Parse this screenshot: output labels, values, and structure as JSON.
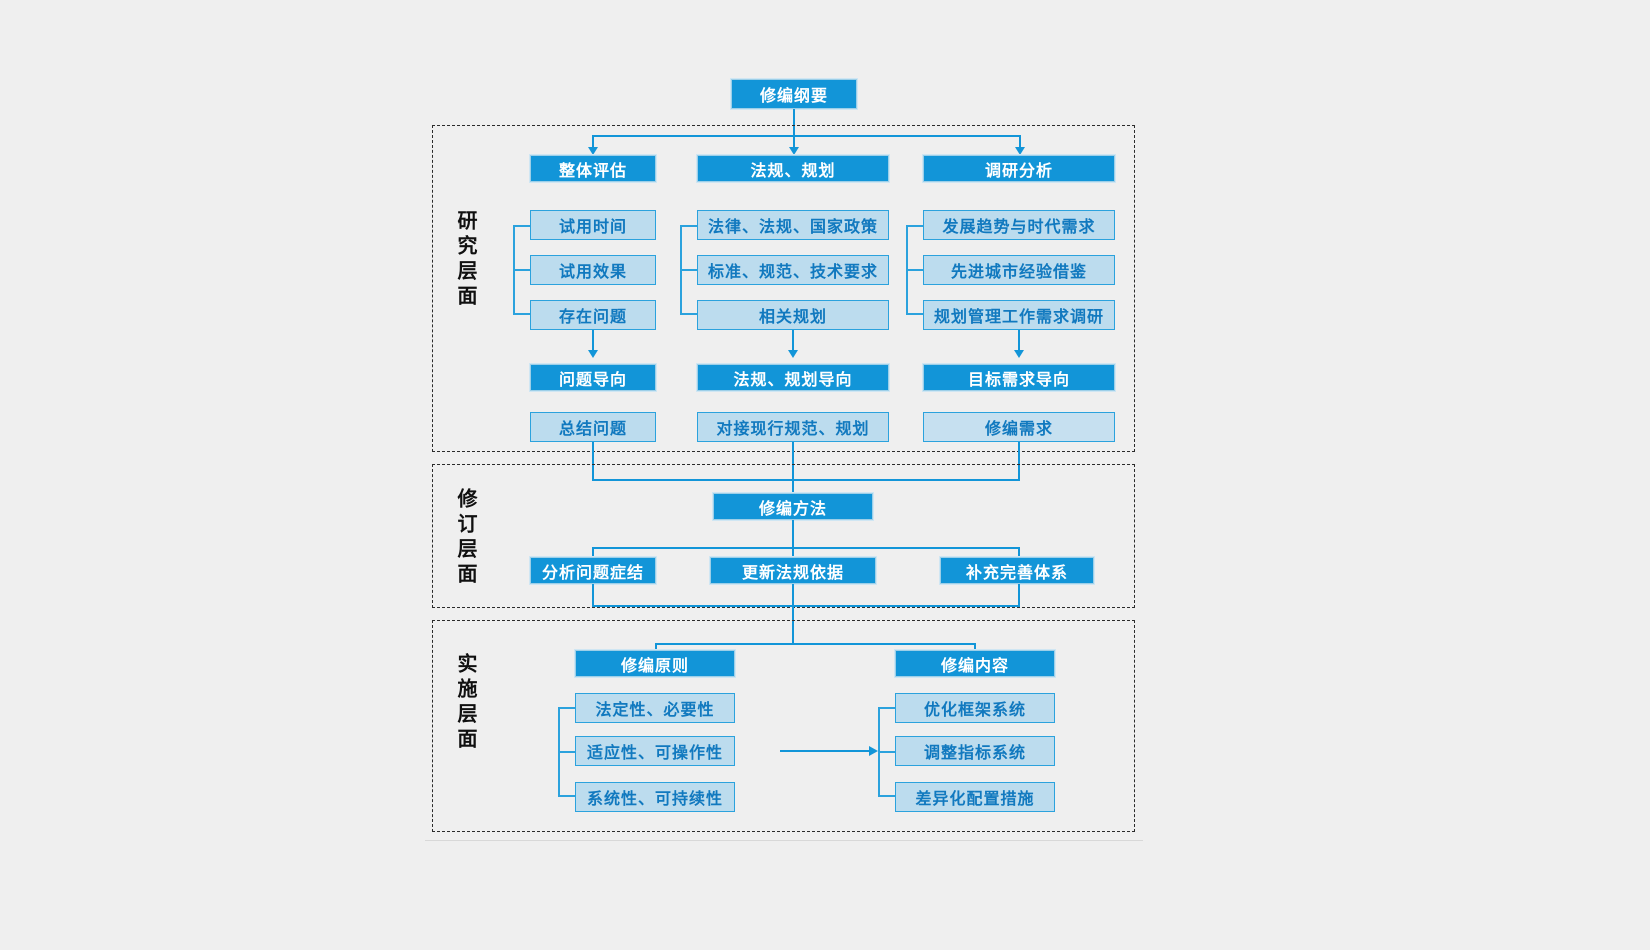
{
  "diagram": {
    "title": "修编纲要",
    "root": {
      "label": "修编纲要"
    },
    "layers": [
      {
        "id": "research",
        "label": "研究层面"
      },
      {
        "id": "revision",
        "label": "修订层面"
      },
      {
        "id": "implementation",
        "label": "实施层面"
      }
    ],
    "research": {
      "columns": [
        {
          "head": "整体评估",
          "items": [
            "试用时间",
            "试用效果",
            "存在问题"
          ],
          "orientation": "问题导向",
          "outcome": "总结问题"
        },
        {
          "head": "法规、规划",
          "items": [
            "法律、法规、国家政策",
            "标准、规范、技术要求",
            "相关规划"
          ],
          "orientation": "法规、规划导向",
          "outcome": "对接现行规范、规划"
        },
        {
          "head": "调研分析",
          "items": [
            "发展趋势与时代需求",
            "先进城市经验借鉴",
            "规划管理工作需求调研"
          ],
          "orientation": "目标需求导向",
          "outcome": "修编需求"
        }
      ]
    },
    "revision": {
      "head": "修编方法",
      "items": [
        "分析问题症结",
        "更新法规依据",
        "补充完善体系"
      ]
    },
    "implementation": {
      "groups": [
        {
          "head": "修编原则",
          "items": [
            "法定性、必要性",
            "适应性、可操作性",
            "系统性、可持续性"
          ]
        },
        {
          "head": "修编内容",
          "items": [
            "优化框架系统",
            "调整指标系统",
            "差异化配置措施"
          ]
        }
      ],
      "connector": "arrow-right"
    },
    "colors": {
      "background": "#efefef",
      "primary": "#1295d8",
      "light_fill": "#bcdcee",
      "light_border": "#2ba2dd",
      "light_text": "#1179bf",
      "panel_border": "#2b2b2b",
      "label_text": "#101010"
    }
  }
}
